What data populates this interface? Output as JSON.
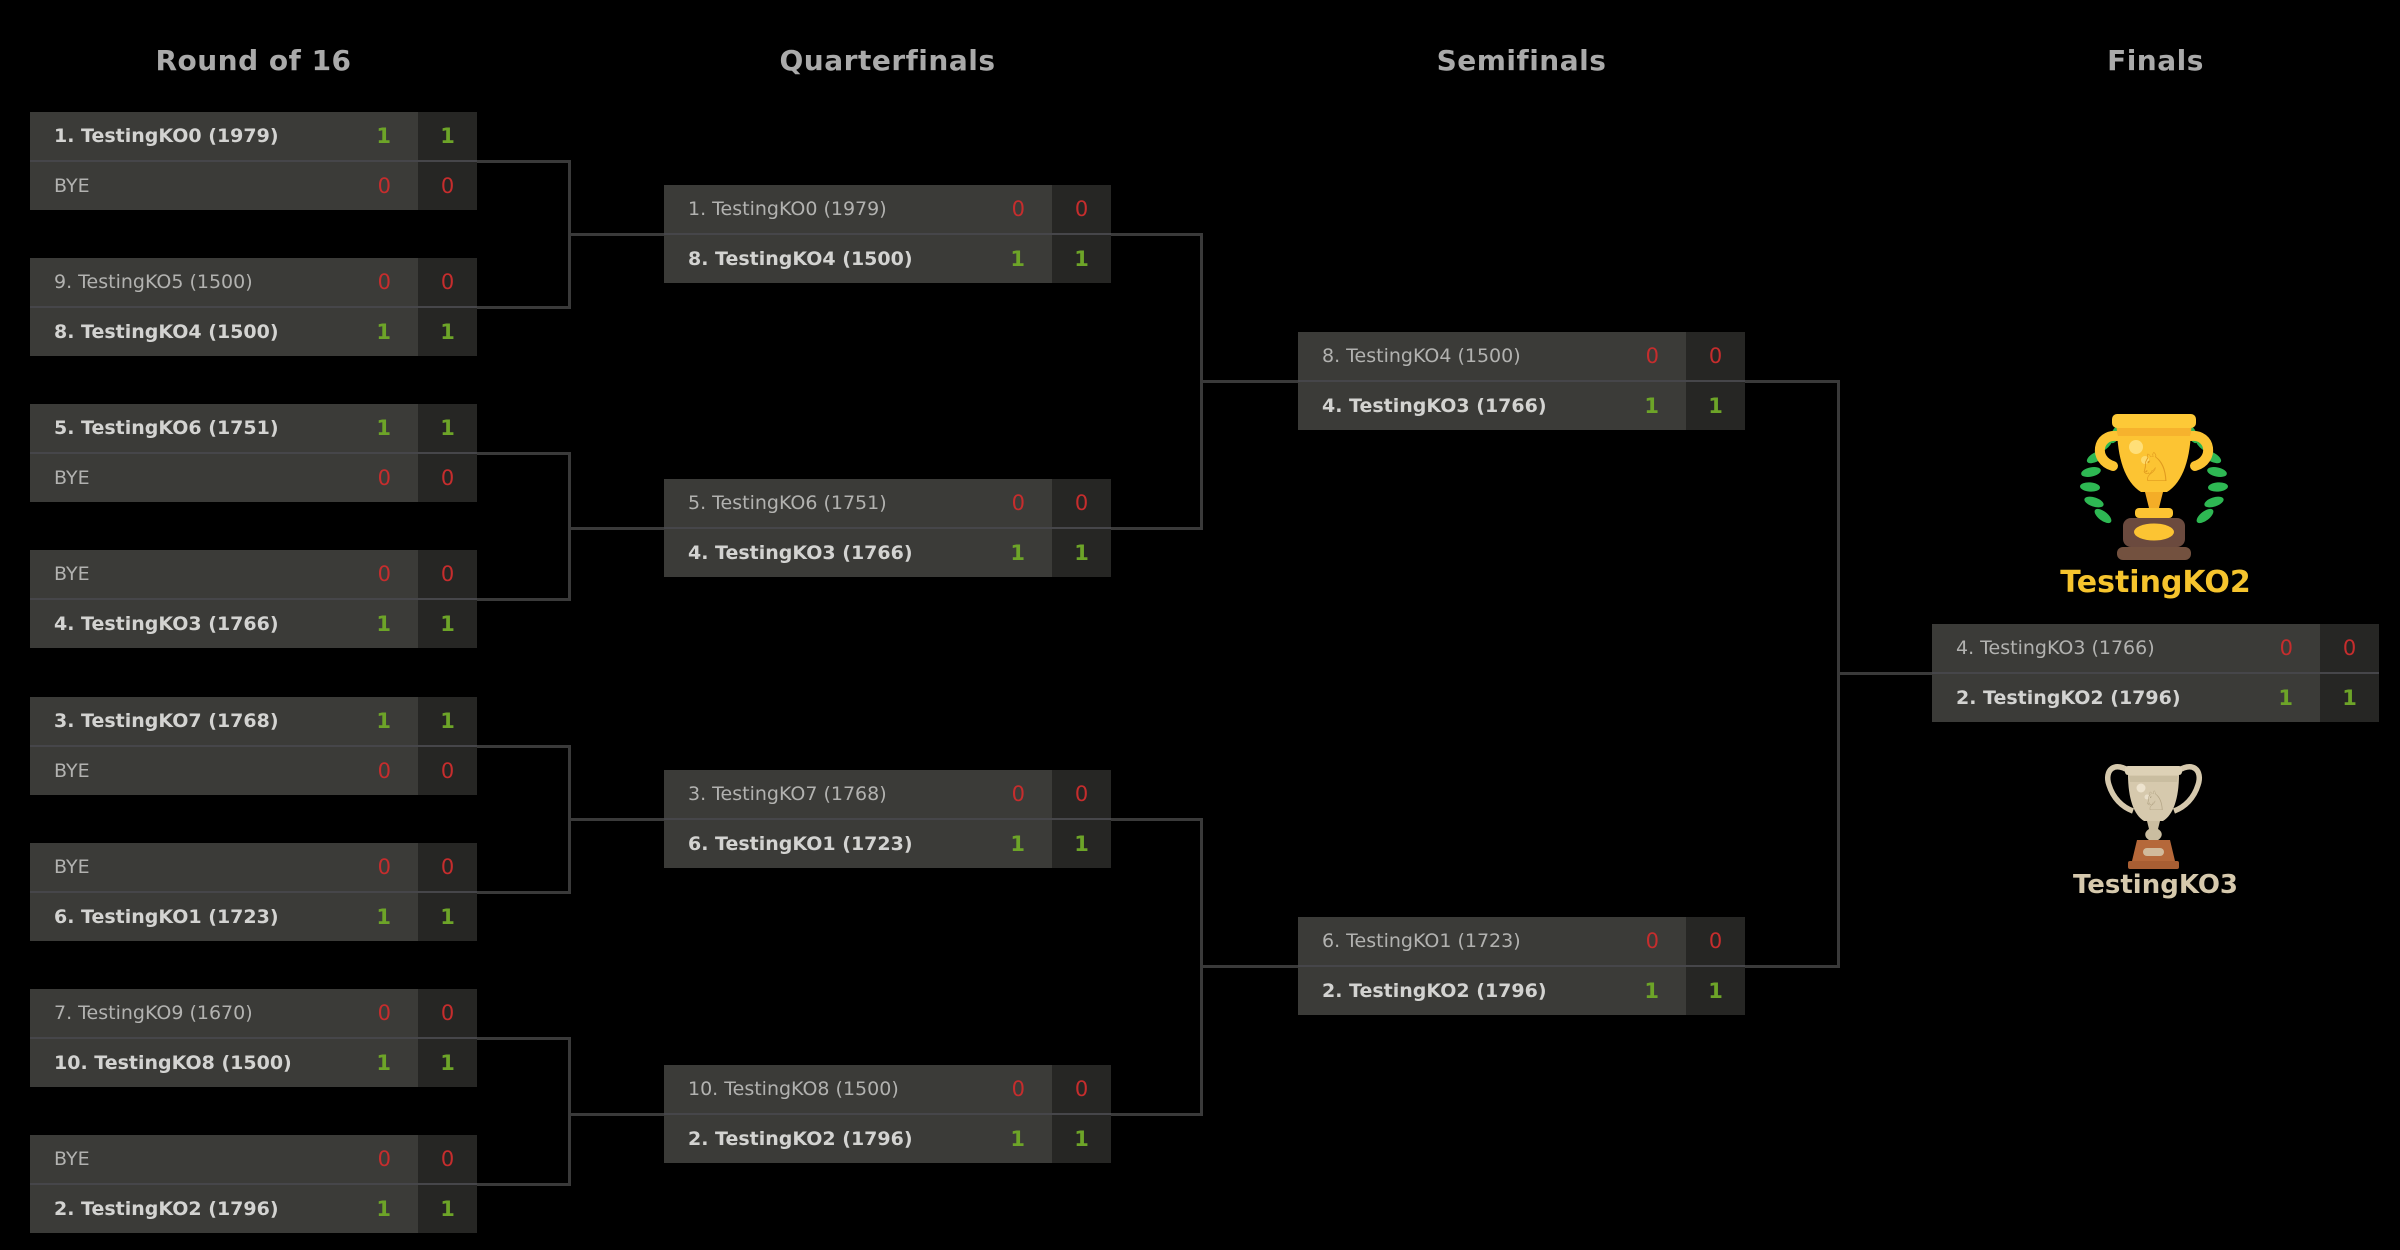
{
  "rounds": [
    {
      "title": "Round of 16",
      "matches": [
        {
          "players": [
            {
              "label": "1. TestingKO0 (1979)",
              "score": "1",
              "total": "1",
              "result": "win"
            },
            {
              "label": "BYE",
              "score": "0",
              "total": "0",
              "result": "loss"
            }
          ]
        },
        {
          "players": [
            {
              "label": "9. TestingKO5 (1500)",
              "score": "0",
              "total": "0",
              "result": "loss"
            },
            {
              "label": "8. TestingKO4 (1500)",
              "score": "1",
              "total": "1",
              "result": "win"
            }
          ]
        },
        {
          "players": [
            {
              "label": "5. TestingKO6 (1751)",
              "score": "1",
              "total": "1",
              "result": "win"
            },
            {
              "label": "BYE",
              "score": "0",
              "total": "0",
              "result": "loss"
            }
          ]
        },
        {
          "players": [
            {
              "label": "BYE",
              "score": "0",
              "total": "0",
              "result": "loss"
            },
            {
              "label": "4. TestingKO3 (1766)",
              "score": "1",
              "total": "1",
              "result": "win"
            }
          ]
        },
        {
          "players": [
            {
              "label": "3. TestingKO7 (1768)",
              "score": "1",
              "total": "1",
              "result": "win"
            },
            {
              "label": "BYE",
              "score": "0",
              "total": "0",
              "result": "loss"
            }
          ]
        },
        {
          "players": [
            {
              "label": "BYE",
              "score": "0",
              "total": "0",
              "result": "loss"
            },
            {
              "label": "6. TestingKO1 (1723)",
              "score": "1",
              "total": "1",
              "result": "win"
            }
          ]
        },
        {
          "players": [
            {
              "label": "7. TestingKO9 (1670)",
              "score": "0",
              "total": "0",
              "result": "loss"
            },
            {
              "label": "10. TestingKO8 (1500)",
              "score": "1",
              "total": "1",
              "result": "win"
            }
          ]
        },
        {
          "players": [
            {
              "label": "BYE",
              "score": "0",
              "total": "0",
              "result": "loss"
            },
            {
              "label": "2. TestingKO2 (1796)",
              "score": "1",
              "total": "1",
              "result": "win"
            }
          ]
        }
      ]
    },
    {
      "title": "Quarterfinals",
      "matches": [
        {
          "players": [
            {
              "label": "1. TestingKO0 (1979)",
              "score": "0",
              "total": "0",
              "result": "loss"
            },
            {
              "label": "8. TestingKO4 (1500)",
              "score": "1",
              "total": "1",
              "result": "win"
            }
          ]
        },
        {
          "players": [
            {
              "label": "5. TestingKO6 (1751)",
              "score": "0",
              "total": "0",
              "result": "loss"
            },
            {
              "label": "4. TestingKO3 (1766)",
              "score": "1",
              "total": "1",
              "result": "win"
            }
          ]
        },
        {
          "players": [
            {
              "label": "3. TestingKO7 (1768)",
              "score": "0",
              "total": "0",
              "result": "loss"
            },
            {
              "label": "6. TestingKO1 (1723)",
              "score": "1",
              "total": "1",
              "result": "win"
            }
          ]
        },
        {
          "players": [
            {
              "label": "10. TestingKO8 (1500)",
              "score": "0",
              "total": "0",
              "result": "loss"
            },
            {
              "label": "2. TestingKO2 (1796)",
              "score": "1",
              "total": "1",
              "result": "win"
            }
          ]
        }
      ]
    },
    {
      "title": "Semifinals",
      "matches": [
        {
          "players": [
            {
              "label": "8. TestingKO4 (1500)",
              "score": "0",
              "total": "0",
              "result": "loss"
            },
            {
              "label": "4. TestingKO3 (1766)",
              "score": "1",
              "total": "1",
              "result": "win"
            }
          ]
        },
        {
          "players": [
            {
              "label": "6. TestingKO1 (1723)",
              "score": "0",
              "total": "0",
              "result": "loss"
            },
            {
              "label": "2. TestingKO2 (1796)",
              "score": "1",
              "total": "1",
              "result": "win"
            }
          ]
        }
      ]
    },
    {
      "title": "Finals",
      "matches": [
        {
          "players": [
            {
              "label": "4. TestingKO3 (1766)",
              "score": "0",
              "total": "0",
              "result": "loss"
            },
            {
              "label": "2. TestingKO2 (1796)",
              "score": "1",
              "total": "1",
              "result": "win"
            }
          ]
        }
      ]
    }
  ],
  "podium": {
    "champion": {
      "name": "TestingKO2",
      "icon": "gold-trophy-icon"
    },
    "runner_up": {
      "name": "TestingKO3",
      "icon": "silver-trophy-icon"
    }
  },
  "colors": {
    "background": "#000000",
    "card_bg": "#3b3b38",
    "total_col_bg": "#262624",
    "row_divider": "#46464a",
    "connector": "#3a3a3a",
    "win_score": "#6da428",
    "loss_score": "#c62d2d",
    "winner_text": "#d3d3d1",
    "loser_text": "#b2b2b0",
    "round_title": "#aaaaaa",
    "champion_label": "#f6c42d",
    "runner_up_label": "#d6c9ad",
    "laurel_green": "#2eb853",
    "gold": "#fcc433",
    "silver": "#d6c9ad",
    "base_brown": "#6b4a3e",
    "base_copper": "#b5683a"
  }
}
